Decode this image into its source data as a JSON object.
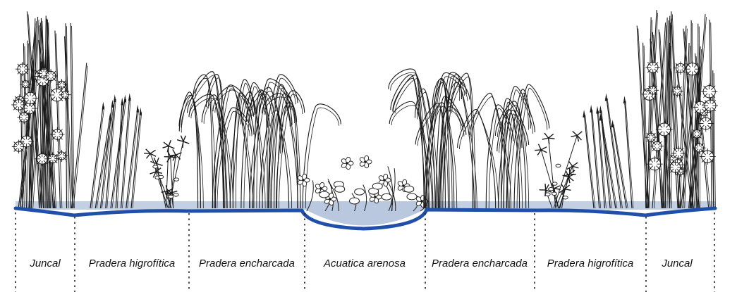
{
  "zones": [
    {
      "label": "Juncal"
    },
    {
      "label": "Pradera higrofítica"
    },
    {
      "label": "Pradera encharcada"
    },
    {
      "label": "Acuatica arenosa"
    },
    {
      "label": "Pradera encharcada"
    },
    {
      "label": "Pradera higrofítica"
    },
    {
      "label": "Juncal"
    }
  ],
  "colors": {
    "water_fill": "#b9c8df",
    "ground_line": "#1f4fa8",
    "ink": "#1a1a1a"
  }
}
